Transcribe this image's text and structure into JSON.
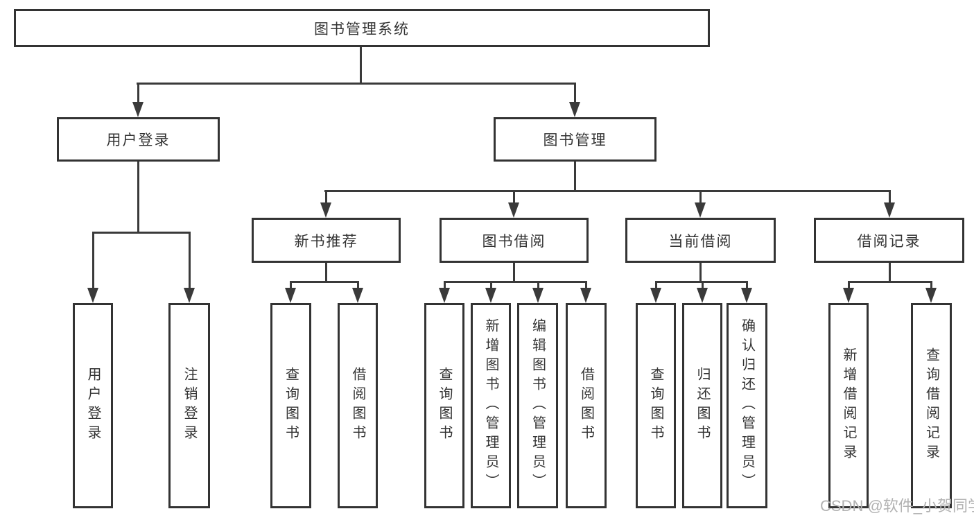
{
  "diagram": {
    "title": "图书管理系统",
    "branches": [
      {
        "label": "用户登录",
        "children": [
          "用户登录",
          "注销登录"
        ]
      },
      {
        "label": "图书管理",
        "children": [
          {
            "label": "新书推荐",
            "children": [
              "查询图书",
              "借阅图书"
            ]
          },
          {
            "label": "图书借阅",
            "children": [
              "查询图书",
              "新增图书（管理员）",
              "编辑图书（管理员）",
              "借阅图书"
            ]
          },
          {
            "label": "当前借阅",
            "children": [
              "查询图书",
              "归还图书",
              "确认归还（管理员）"
            ]
          },
          {
            "label": "借阅记录",
            "children": [
              "新增借阅记录",
              "查询借阅记录"
            ]
          }
        ]
      }
    ]
  },
  "watermark": {
    "text": "CSDN @软件_小贺同学"
  },
  "colors": {
    "line": "#3a3a3a",
    "box_border": "#333333",
    "text": "#333333",
    "watermark": "#b2b2b2",
    "background": "#ffffff"
  }
}
